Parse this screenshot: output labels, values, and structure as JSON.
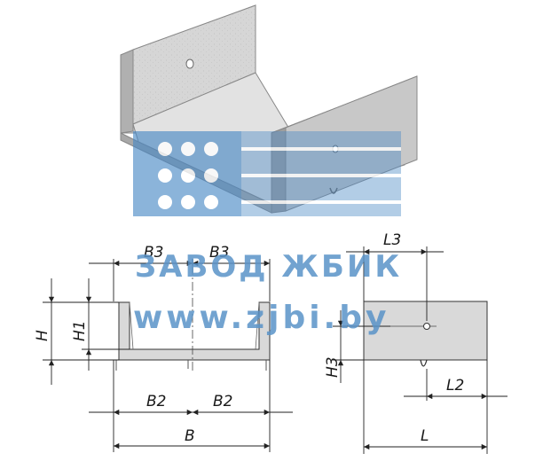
{
  "watermark": {
    "name": "ЗАВОД ЖБИК",
    "url": "www.zjbi.by",
    "logo_color": "#4a88c4"
  },
  "dimensions": {
    "b3_left": "B3",
    "b3_right": "B3",
    "h": "H",
    "h1": "H1",
    "b2_left": "B2",
    "b2_right": "B2",
    "b": "B",
    "l3": "L3",
    "h3": "H3",
    "l2": "L2",
    "l": "L"
  },
  "colors": {
    "concrete_light": "#dcdcdc",
    "concrete_mid": "#c4c4c4",
    "concrete_dark": "#a9a9a9",
    "line": "#333333"
  }
}
